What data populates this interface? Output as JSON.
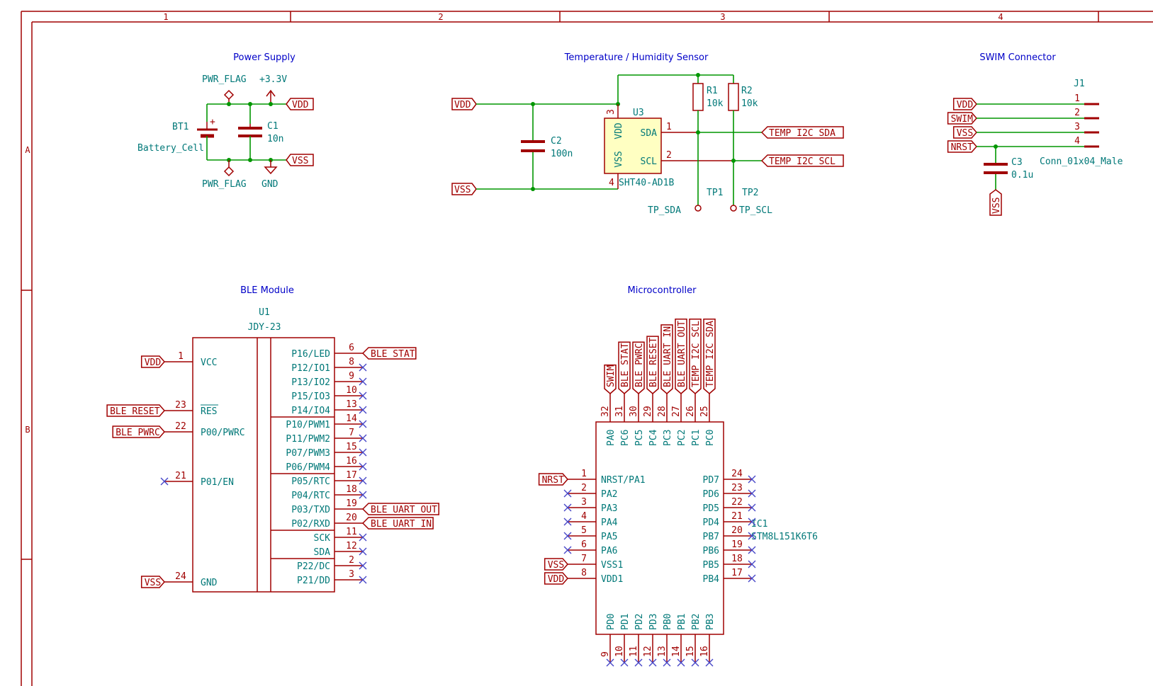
{
  "frame": {
    "columns": [
      "1",
      "2",
      "3",
      "4"
    ],
    "rows": [
      "A",
      "B"
    ]
  },
  "power": {
    "title": "Power Supply",
    "pwr_flag_top": "PWR_FLAG",
    "pwr_flag_bottom": "PWR_FLAG",
    "rail": "+3.3V",
    "gnd": "GND",
    "bt1_ref": "BT1",
    "bt1_val": "Battery_Cell",
    "c1_ref": "C1",
    "c1_val": "10n",
    "vdd": "VDD",
    "vss": "VSS"
  },
  "sensor": {
    "title": "Temperature / Humidity Sensor",
    "vdd": "VDD",
    "vss": "VSS",
    "c2_ref": "C2",
    "c2_val": "100n",
    "u3_ref": "U3",
    "u3_val": "SHT40-AD1B",
    "pin_vdd": "VDD",
    "pin_vss": "VSS",
    "pin_sda": "SDA",
    "pin_scl": "SCL",
    "pnum_vdd": "3",
    "pnum_vss": "4",
    "pnum_sda": "1",
    "pnum_scl": "2",
    "r1_ref": "R1",
    "r1_val": "10k",
    "r2_ref": "R2",
    "r2_val": "10k",
    "sda_label": "TEMP_I2C_SDA",
    "scl_label": "TEMP_I2C_SCL",
    "tp1_ref": "TP1",
    "tp1_val": "TP_SDA",
    "tp2_ref": "TP2",
    "tp2_val": "TP_SCL"
  },
  "swim": {
    "title": "SWIM Connector",
    "j1_ref": "J1",
    "j1_val": "Conn_01x04_Male",
    "labels": [
      "VDD",
      "SWIM",
      "VSS",
      "NRST"
    ],
    "pins": [
      "1",
      "2",
      "3",
      "4"
    ],
    "c3_ref": "C3",
    "c3_val": "0.1u",
    "vss": "VSS"
  },
  "ble": {
    "title": "BLE Module",
    "ref": "U1",
    "value": "JDY-23",
    "left_pins": [
      {
        "name": "VCC",
        "num": "1",
        "label": "VDD"
      },
      {
        "name": "RES",
        "num": "23",
        "label": "BLE_RESET"
      },
      {
        "name": "P00/PWRC",
        "num": "22",
        "label": "BLE_PWRC"
      },
      {
        "name": "P01/EN",
        "num": "21",
        "label": ""
      },
      {
        "name": "GND",
        "num": "24",
        "label": "VSS"
      }
    ],
    "right_pins": [
      {
        "name": "P16/LED",
        "num": "6",
        "label": "BLE_STAT"
      },
      {
        "name": "P12/IO1",
        "num": "8",
        "label": ""
      },
      {
        "name": "P13/IO2",
        "num": "9",
        "label": ""
      },
      {
        "name": "P15/IO3",
        "num": "10",
        "label": ""
      },
      {
        "name": "P14/IO4",
        "num": "13",
        "label": ""
      },
      {
        "name": "P10/PWM1",
        "num": "14",
        "label": ""
      },
      {
        "name": "P11/PWM2",
        "num": "7",
        "label": ""
      },
      {
        "name": "P07/PWM3",
        "num": "15",
        "label": ""
      },
      {
        "name": "P06/PWM4",
        "num": "16",
        "label": ""
      },
      {
        "name": "P05/RTC",
        "num": "17",
        "label": ""
      },
      {
        "name": "P04/RTC",
        "num": "18",
        "label": ""
      },
      {
        "name": "P03/TXD",
        "num": "19",
        "label": "BLE_UART_OUT"
      },
      {
        "name": "P02/RXD",
        "num": "20",
        "label": "BLE_UART_IN"
      },
      {
        "name": "SCK",
        "num": "11",
        "label": ""
      },
      {
        "name": "SDA",
        "num": "12",
        "label": ""
      },
      {
        "name": "P22/DC",
        "num": "2",
        "label": ""
      },
      {
        "name": "P21/DD",
        "num": "3",
        "label": ""
      }
    ]
  },
  "mcu": {
    "title": "Microcontroller",
    "ref": "IC1",
    "value": "STM8L151K6T6",
    "top_pins": [
      {
        "name": "PA0",
        "num": "32",
        "label": "SWIM"
      },
      {
        "name": "PC6",
        "num": "31",
        "label": "BLE_STAT"
      },
      {
        "name": "PC5",
        "num": "30",
        "label": "BLE_PWRC"
      },
      {
        "name": "PC4",
        "num": "29",
        "label": "BLE_RESET"
      },
      {
        "name": "PC3",
        "num": "28",
        "label": "BLE_UART_IN"
      },
      {
        "name": "PC2",
        "num": "27",
        "label": "BLE_UART_OUT"
      },
      {
        "name": "PC1",
        "num": "26",
        "label": "TEMP_I2C_SCL"
      },
      {
        "name": "PC0",
        "num": "25",
        "label": "TEMP_I2C_SDA"
      }
    ],
    "left_pins": [
      {
        "name": "NRST/PA1",
        "num": "1",
        "label": "NRST"
      },
      {
        "name": "PA2",
        "num": "2",
        "label": ""
      },
      {
        "name": "PA3",
        "num": "3",
        "label": ""
      },
      {
        "name": "PA4",
        "num": "4",
        "label": ""
      },
      {
        "name": "PA5",
        "num": "5",
        "label": ""
      },
      {
        "name": "PA6",
        "num": "6",
        "label": ""
      },
      {
        "name": "VSS1",
        "num": "7",
        "label": "VSS"
      },
      {
        "name": "VDD1",
        "num": "8",
        "label": "VDD"
      }
    ],
    "right_pins": [
      {
        "name": "PD7",
        "num": "24"
      },
      {
        "name": "PD6",
        "num": "23"
      },
      {
        "name": "PD5",
        "num": "22"
      },
      {
        "name": "PD4",
        "num": "21"
      },
      {
        "name": "PB7",
        "num": "20"
      },
      {
        "name": "PB6",
        "num": "19"
      },
      {
        "name": "PB5",
        "num": "18"
      },
      {
        "name": "PB4",
        "num": "17"
      }
    ],
    "bottom_pins": [
      {
        "name": "PD0",
        "num": "9"
      },
      {
        "name": "PD1",
        "num": "10"
      },
      {
        "name": "PD2",
        "num": "11"
      },
      {
        "name": "PD3",
        "num": "12"
      },
      {
        "name": "PB0",
        "num": "13"
      },
      {
        "name": "PB1",
        "num": "14"
      },
      {
        "name": "PB2",
        "num": "15"
      },
      {
        "name": "PB3",
        "num": "16"
      }
    ]
  }
}
